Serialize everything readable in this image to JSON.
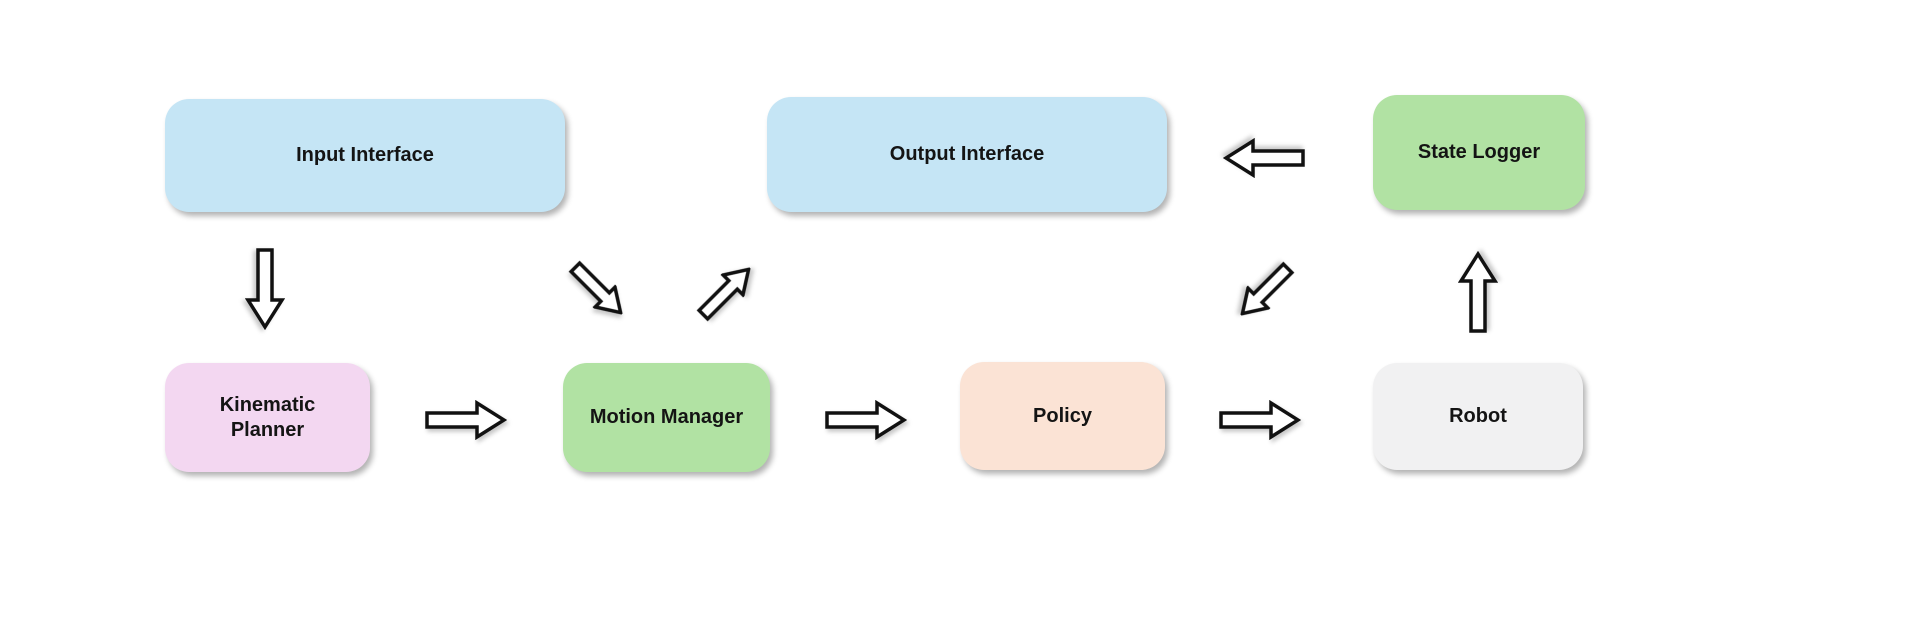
{
  "diagram": {
    "background_color": "#FFFFFF",
    "text_color": "#141414",
    "arrow_style": {
      "fill": "#FFFFFF",
      "stroke": "#111111"
    },
    "nodes": {
      "input_interface": {
        "label": "Input Interface",
        "color": "#C5E5F5"
      },
      "output_interface": {
        "label": "Output Interface",
        "color": "#C5E5F5"
      },
      "state_logger": {
        "label": "State Logger",
        "color": "#B1E2A3"
      },
      "kinematic_planner": {
        "label": "Kinematic Planner",
        "color": "#F3D7F1"
      },
      "motion_manager": {
        "label": "Motion Manager",
        "color": "#B1E2A3"
      },
      "policy": {
        "label": "Policy",
        "color": "#FBE3D5"
      },
      "robot": {
        "label": "Robot",
        "color": "#F1F1F2"
      }
    },
    "edges": [
      {
        "from": "input_interface",
        "to": "kinematic_planner",
        "direction": "down"
      },
      {
        "from": "kinematic_planner",
        "to": "motion_manager",
        "direction": "right"
      },
      {
        "from": "input_interface",
        "to": "motion_manager",
        "direction": "down-right"
      },
      {
        "from": "motion_manager",
        "to": "output_interface",
        "direction": "up-right"
      },
      {
        "from": "motion_manager",
        "to": "policy",
        "direction": "right"
      },
      {
        "from": "policy",
        "to": "robot",
        "direction": "right"
      },
      {
        "from": "robot",
        "to": "state_logger",
        "direction": "up"
      },
      {
        "from": "state_logger",
        "to": "output_interface",
        "direction": "left"
      },
      {
        "from": "state_logger",
        "to": "policy",
        "direction": "down-left"
      }
    ]
  }
}
